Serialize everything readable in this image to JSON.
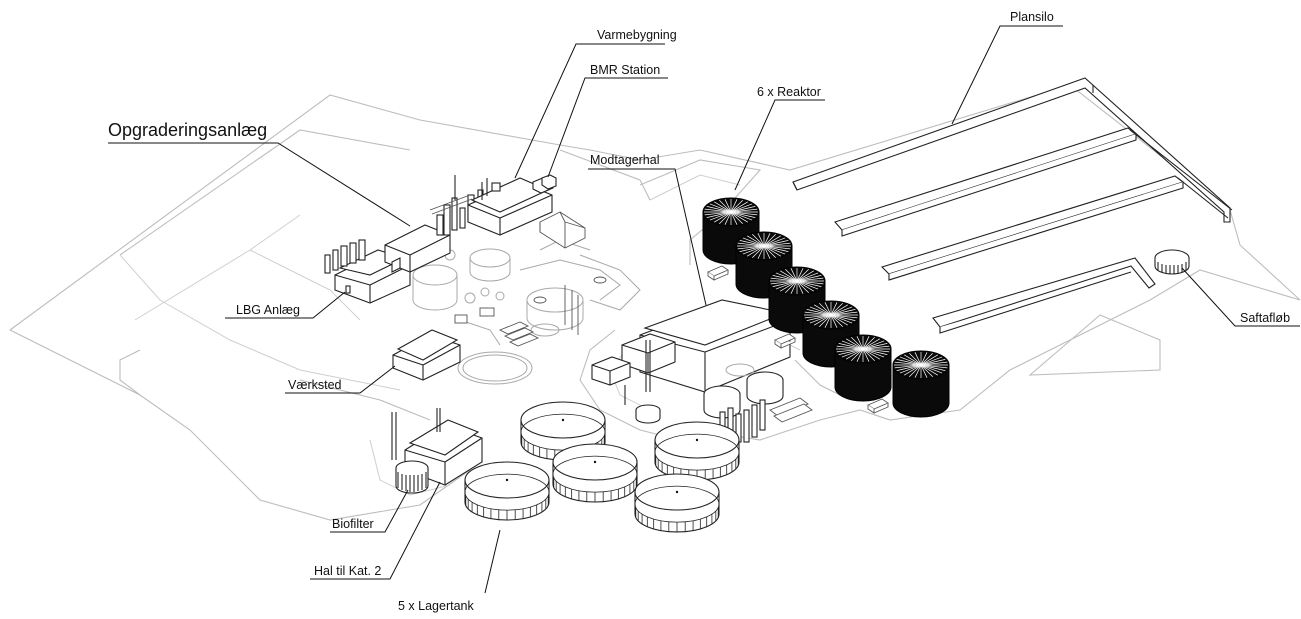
{
  "diagram": {
    "labels": {
      "opgradering": "Opgraderingsanlæg",
      "varmebygning": "Varmebygning",
      "bmr_station": "BMR Station",
      "reaktor": "6 x Reaktor",
      "plansilo": "Plansilo",
      "modtagerhal": "Modtagerhal",
      "lbg_anlaeg": "LBG Anlæg",
      "vaerksted": "Værksted",
      "biofilter": "Biofilter",
      "hal_kat2": "Hal til Kat. 2",
      "lagertank": "5 x Lagertank",
      "saftafloeb": "Saftafløb"
    },
    "counts": {
      "reactors": 6,
      "storage_tanks": 5
    },
    "colors": {
      "line": "#111111",
      "site_outline": "#bdbdbd",
      "reactor_fill": "#0a0a0a"
    }
  }
}
